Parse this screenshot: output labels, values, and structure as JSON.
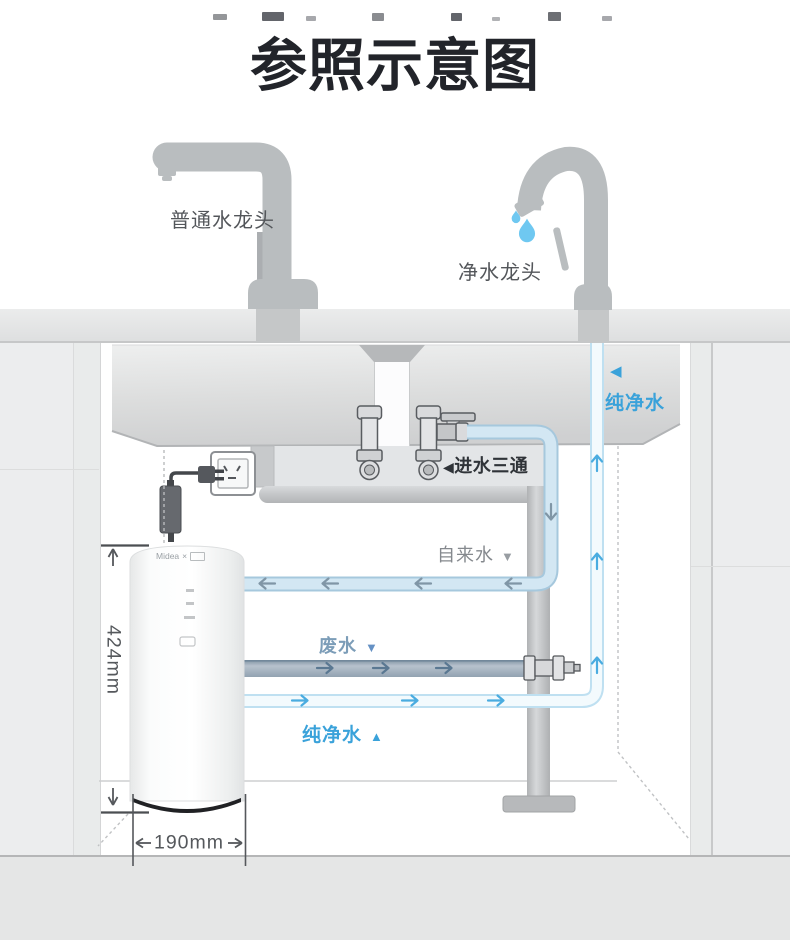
{
  "title": "参照示意图",
  "faucet_labels": {
    "normal": "普通水龙头",
    "purified": "净水龙头"
  },
  "flow_labels": {
    "pure_water_top": {
      "marker": "◀",
      "text": "纯净水"
    },
    "inlet_tee": {
      "marker": "◀",
      "text": "进水三通"
    },
    "tap_water": {
      "text": "自来水",
      "marker": "▼"
    },
    "waste_water": {
      "text": "废水",
      "marker": "▼"
    },
    "pure_water_bottom": {
      "text": "纯净水",
      "marker": "▲"
    }
  },
  "dimensions": {
    "unit_height": "424mm",
    "unit_width": "190mm"
  },
  "device": {
    "brand": "Midea",
    "collab_mark": "×"
  },
  "colors": {
    "accent_blue": "#3aa2da",
    "waste_label_blue": "#7c9db8",
    "tap_label_gray": "#85898e",
    "pure_pipe": "#f3fafd",
    "tap_pipe": "#d3e7f3",
    "waste_pipe": "#9fadbb",
    "drain_gray": "#c3c5c7",
    "faucet_gray": "#b9bdbf",
    "title_dark": "#22242a",
    "water_drop_blue": "#6fc8f1"
  }
}
